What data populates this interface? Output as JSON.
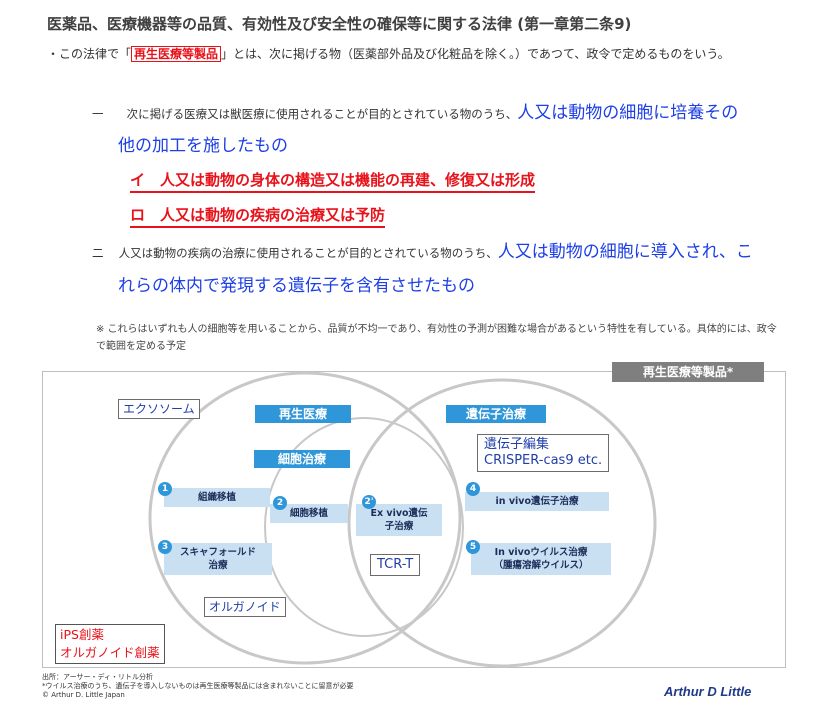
{
  "title": "医薬品、医療機器等の品質、有効性及び安全性の確保等に関する法律 (第一章第二条9)",
  "intro": {
    "pre": "・この法律で「",
    "highlight": "再生医療等製品",
    "post": "」とは、次に掲げる物（医薬部外品及び化粧品を除く。）であつて、政令で定めるものをいう。"
  },
  "item1": {
    "label": "一",
    "small": "次に掲げる医療又は獣医療に使用されることが目的とされている物のうち、",
    "big1": "人又は動物の細胞に培養その",
    "big2": "他の加工を施したもの"
  },
  "sub_a": "イ　人又は動物の身体の構造又は機能の再建、修復又は形成",
  "sub_b": "ロ　人又は動物の疾病の治療又は予防",
  "item2": {
    "label": "二",
    "small": "人又は動物の疾病の治療に使用されることが目的とされている物のうち、",
    "big1": "人又は動物の細胞に導入され、こ",
    "big2": "れらの体内で発現する遺伝子を含有させたもの"
  },
  "note": "※ これらはいずれも人の細胞等を用いることから、品質が不均一であり、有効性の予測が困難な場合があるという特性を有している。具体的には、政令で範囲を定める予定",
  "diagram": {
    "tag": "再生医療等製品*",
    "exosome": "エクソソーム",
    "organoid": "オルガノイド",
    "tcr": "TCR-T",
    "ips_line1": "iPS創薬",
    "ips_line2": "オルガノイド創薬",
    "gene_edit_line1": "遺伝子編集",
    "gene_edit_line2": "CRISPER-cas9 etc.",
    "headers": {
      "regen": "再生医療",
      "cell": "細胞治療",
      "gene": "遺伝子治療"
    },
    "categories": {
      "c1": "組織移植",
      "c2": "細胞移植",
      "c2p_line1": "Ex vivo遺伝",
      "c2p_line2": "子治療",
      "c3_line1": "スキャフォールド",
      "c3_line2": "治療",
      "c4": "in vivo遺伝子治療",
      "c5_line1": "In vivoウイルス治療",
      "c5_line2": "（腫瘍溶解ウイルス）"
    },
    "numbers": {
      "n1": "1",
      "n2": "2",
      "n2p": "2'",
      "n3": "3",
      "n4": "4",
      "n5": "5"
    }
  },
  "source": {
    "line1": "出所：アーサー・ディ・リトル分析",
    "line2": "*ウイルス治療のうち、遺伝子を導入しないものは再生医療等製品には含まれないことに留意が必要",
    "line3": "© Arthur D. Little Japan"
  },
  "logo": "Arthur D Little",
  "colors": {
    "red": "#e8121b",
    "blue_text": "#1d3fe6",
    "header_blue": "#2f96d9",
    "category_fill": "#c9dff2"
  }
}
